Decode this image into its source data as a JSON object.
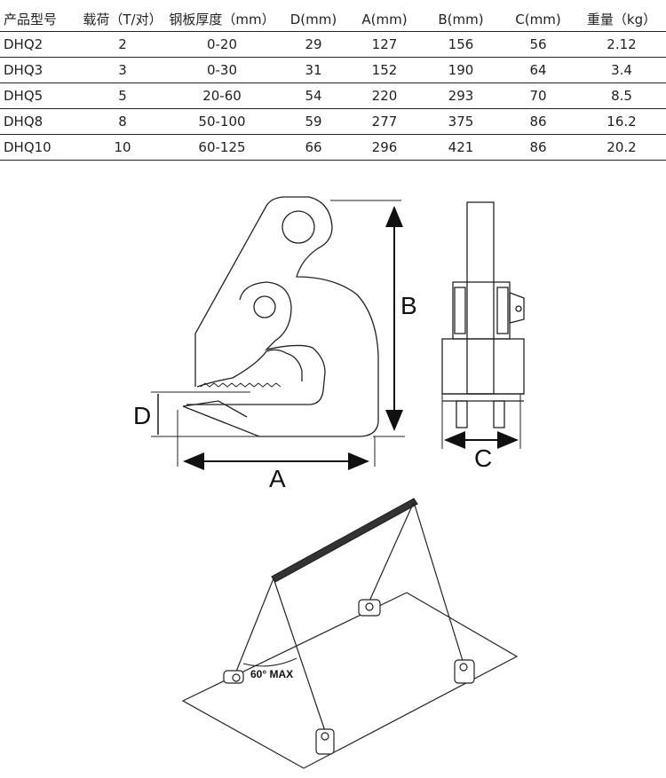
{
  "table": {
    "headers": [
      "产品型号",
      "载荷（T/对）",
      "钢板厚度（mm）",
      "D(mm)",
      "A(mm)",
      "B(mm)",
      "C(mm)",
      "重量（kg）"
    ],
    "rows": [
      [
        "DHQ2",
        "2",
        "0-20",
        "29",
        "127",
        "156",
        "56",
        "2.12"
      ],
      [
        "DHQ3",
        "3",
        "0-30",
        "31",
        "152",
        "190",
        "64",
        "3.4"
      ],
      [
        "DHQ5",
        "5",
        "20-60",
        "54",
        "220",
        "293",
        "70",
        "8.5"
      ],
      [
        "DHQ8",
        "8",
        "50-100",
        "59",
        "277",
        "375",
        "86",
        "16.2"
      ],
      [
        "DHQ10",
        "10",
        "60-125",
        "66",
        "296",
        "421",
        "86",
        "20.2"
      ]
    ]
  },
  "side_view": {
    "label_d": "D",
    "label_a": "A",
    "label_b": "B"
  },
  "front_view": {
    "label_c": "C"
  },
  "lifting_diagram": {
    "angle_label": "60° MAX"
  }
}
